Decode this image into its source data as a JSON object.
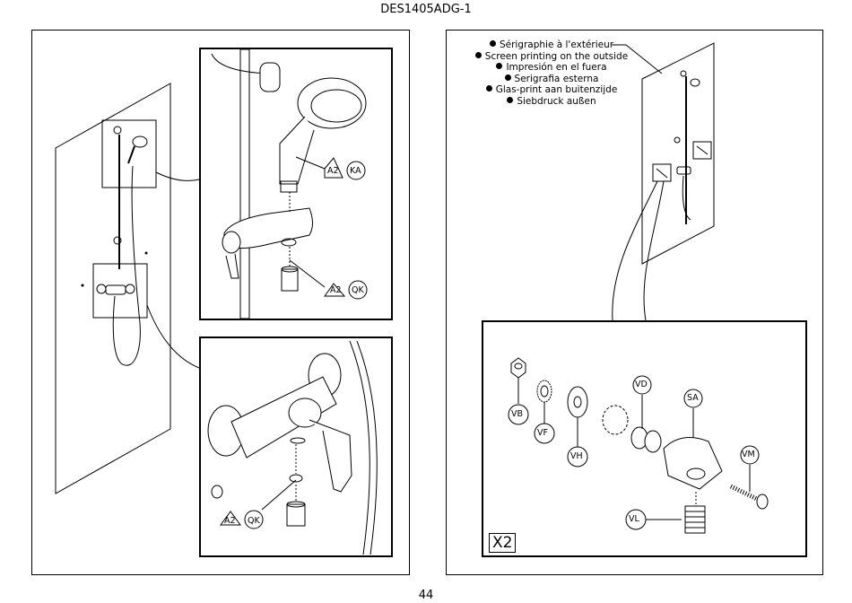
{
  "header": {
    "doc_code": "DES1405ADG-1"
  },
  "footer": {
    "page_number": "44"
  },
  "notes": [
    "Sérigraphie à l'extérieur",
    "Screen printing on the outside",
    "Impresión en el fuera",
    "Serigrafia esterna",
    "Glas-print aan buitenzijde",
    "Siebdruck außen"
  ],
  "callouts": {
    "a2": "A2",
    "ka": "KA",
    "qk": "QK"
  },
  "parts": {
    "vb": "VB",
    "vf": "VF",
    "vh": "VH",
    "vd": "VD",
    "sa": "SA",
    "vm": "VM",
    "vl": "VL"
  },
  "quantity": "X2"
}
